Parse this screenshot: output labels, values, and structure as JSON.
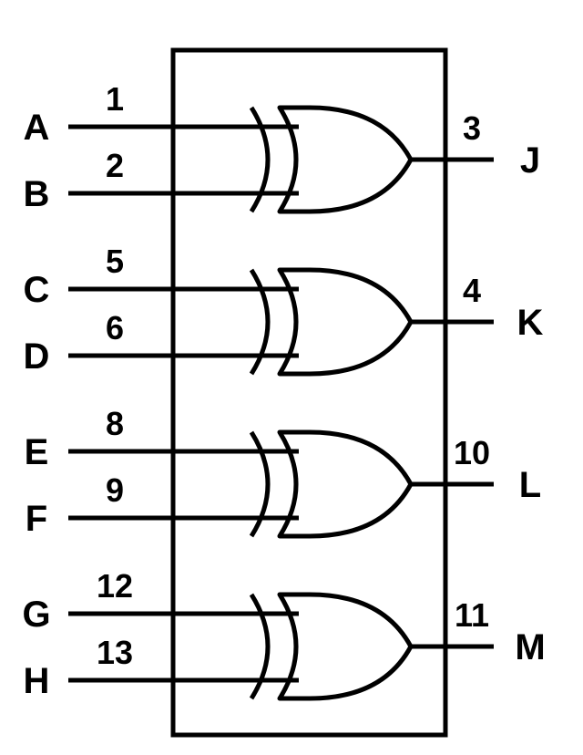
{
  "gates": [
    {
      "type": "XOR",
      "inputs": [
        {
          "label": "A",
          "pin": "1"
        },
        {
          "label": "B",
          "pin": "2"
        }
      ],
      "output": {
        "label": "J",
        "pin": "3"
      }
    },
    {
      "type": "XOR",
      "inputs": [
        {
          "label": "C",
          "pin": "5"
        },
        {
          "label": "D",
          "pin": "6"
        }
      ],
      "output": {
        "label": "K",
        "pin": "4"
      }
    },
    {
      "type": "XOR",
      "inputs": [
        {
          "label": "E",
          "pin": "8"
        },
        {
          "label": "F",
          "pin": "9"
        }
      ],
      "output": {
        "label": "L",
        "pin": "10"
      }
    },
    {
      "type": "XOR",
      "inputs": [
        {
          "label": "G",
          "pin": "12"
        },
        {
          "label": "H",
          "pin": "13"
        }
      ],
      "output": {
        "label": "M",
        "pin": "11"
      }
    }
  ]
}
